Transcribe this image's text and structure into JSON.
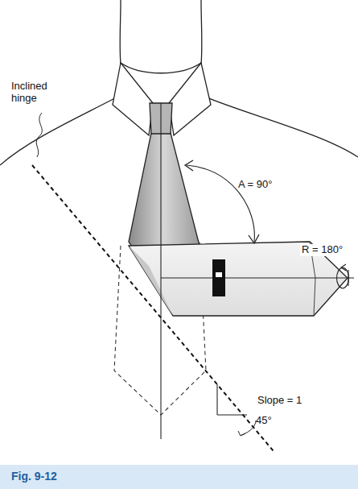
{
  "diagram": {
    "caption": "Fig. 9-12",
    "labels": [
      "Inclined hinge",
      "A = 90°",
      "R = 180°",
      "Slope = 1",
      "45°"
    ]
  }
}
